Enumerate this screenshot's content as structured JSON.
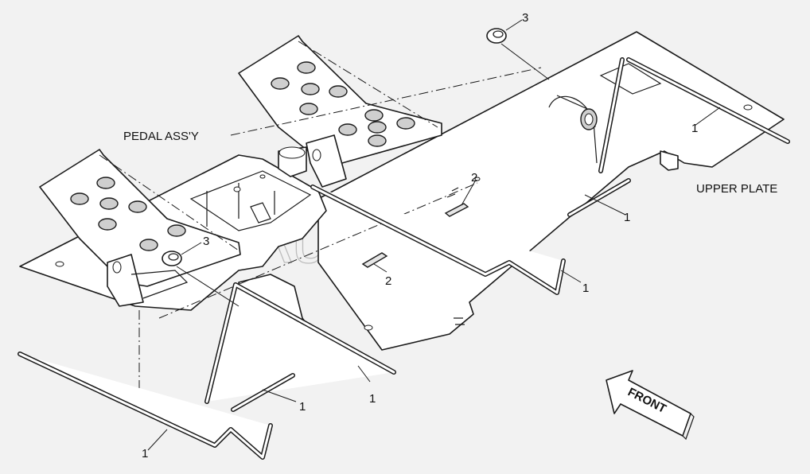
{
  "labels": {
    "pedal_assy": "PEDAL ASS'Y",
    "upper_plate": "UPPER PLATE",
    "front": "FRONT",
    "watermark": "AutoSoft"
  },
  "callouts": [
    {
      "id": "c1",
      "text": "1"
    },
    {
      "id": "c2",
      "text": "1"
    },
    {
      "id": "c3",
      "text": "1"
    },
    {
      "id": "c4",
      "text": "1"
    },
    {
      "id": "c5",
      "text": "1"
    },
    {
      "id": "c6",
      "text": "1"
    },
    {
      "id": "c7",
      "text": "2"
    },
    {
      "id": "c8",
      "text": "2"
    },
    {
      "id": "c9",
      "text": "3"
    },
    {
      "id": "c10",
      "text": "3"
    }
  ],
  "colors": {
    "background": "#f2f2f2",
    "line": "#1a1a1a",
    "watermark": "#bdbdbd"
  }
}
